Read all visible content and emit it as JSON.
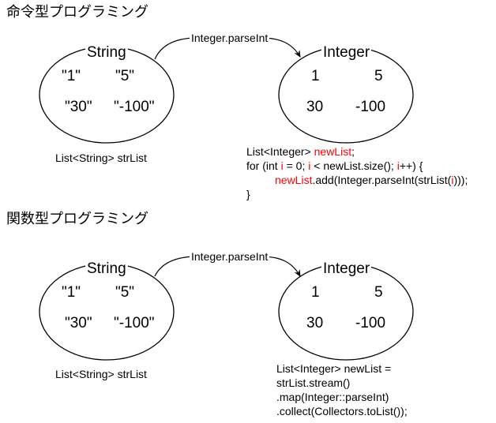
{
  "sections": [
    {
      "title": "命令型プログラミング",
      "left_set": {
        "label": "String",
        "items": [
          "\"1\"",
          "\"5\"",
          "\"30\"",
          "\"-100\""
        ],
        "caption": "List<String> strList"
      },
      "arrow_label": "Integer.parseInt",
      "right_set": {
        "label": "Integer",
        "items": [
          "1",
          "5",
          "30",
          "-100"
        ]
      },
      "code": {
        "l1a": "List<Integer> ",
        "l1b": "newList",
        "l1c": ";",
        "l2a": "for (int ",
        "l2b": "i",
        "l2c": " = 0; ",
        "l2d": "i",
        "l2e": " < newList.size(); ",
        "l2f": "i",
        "l2g": "++) {",
        "l3a": "newList",
        "l3b": ".add(Integer.parseInt(strList(",
        "l3c": "i",
        "l3d": ")));",
        "l4": "}"
      }
    },
    {
      "title": "関数型プログラミング",
      "left_set": {
        "label": "String",
        "items": [
          "\"1\"",
          "\"5\"",
          "\"30\"",
          "\"-100\""
        ],
        "caption": "List<String> strList"
      },
      "arrow_label": "Integer.parseInt",
      "right_set": {
        "label": "Integer",
        "items": [
          "1",
          "5",
          "30",
          "-100"
        ]
      },
      "code_lines": [
        "List<Integer> newList =",
        "strList.stream()",
        ".map(Integer::parseInt)",
        ".collect(Collectors.toList());"
      ]
    }
  ],
  "colors": {
    "line": "#000000",
    "highlight": "#ff0000"
  }
}
